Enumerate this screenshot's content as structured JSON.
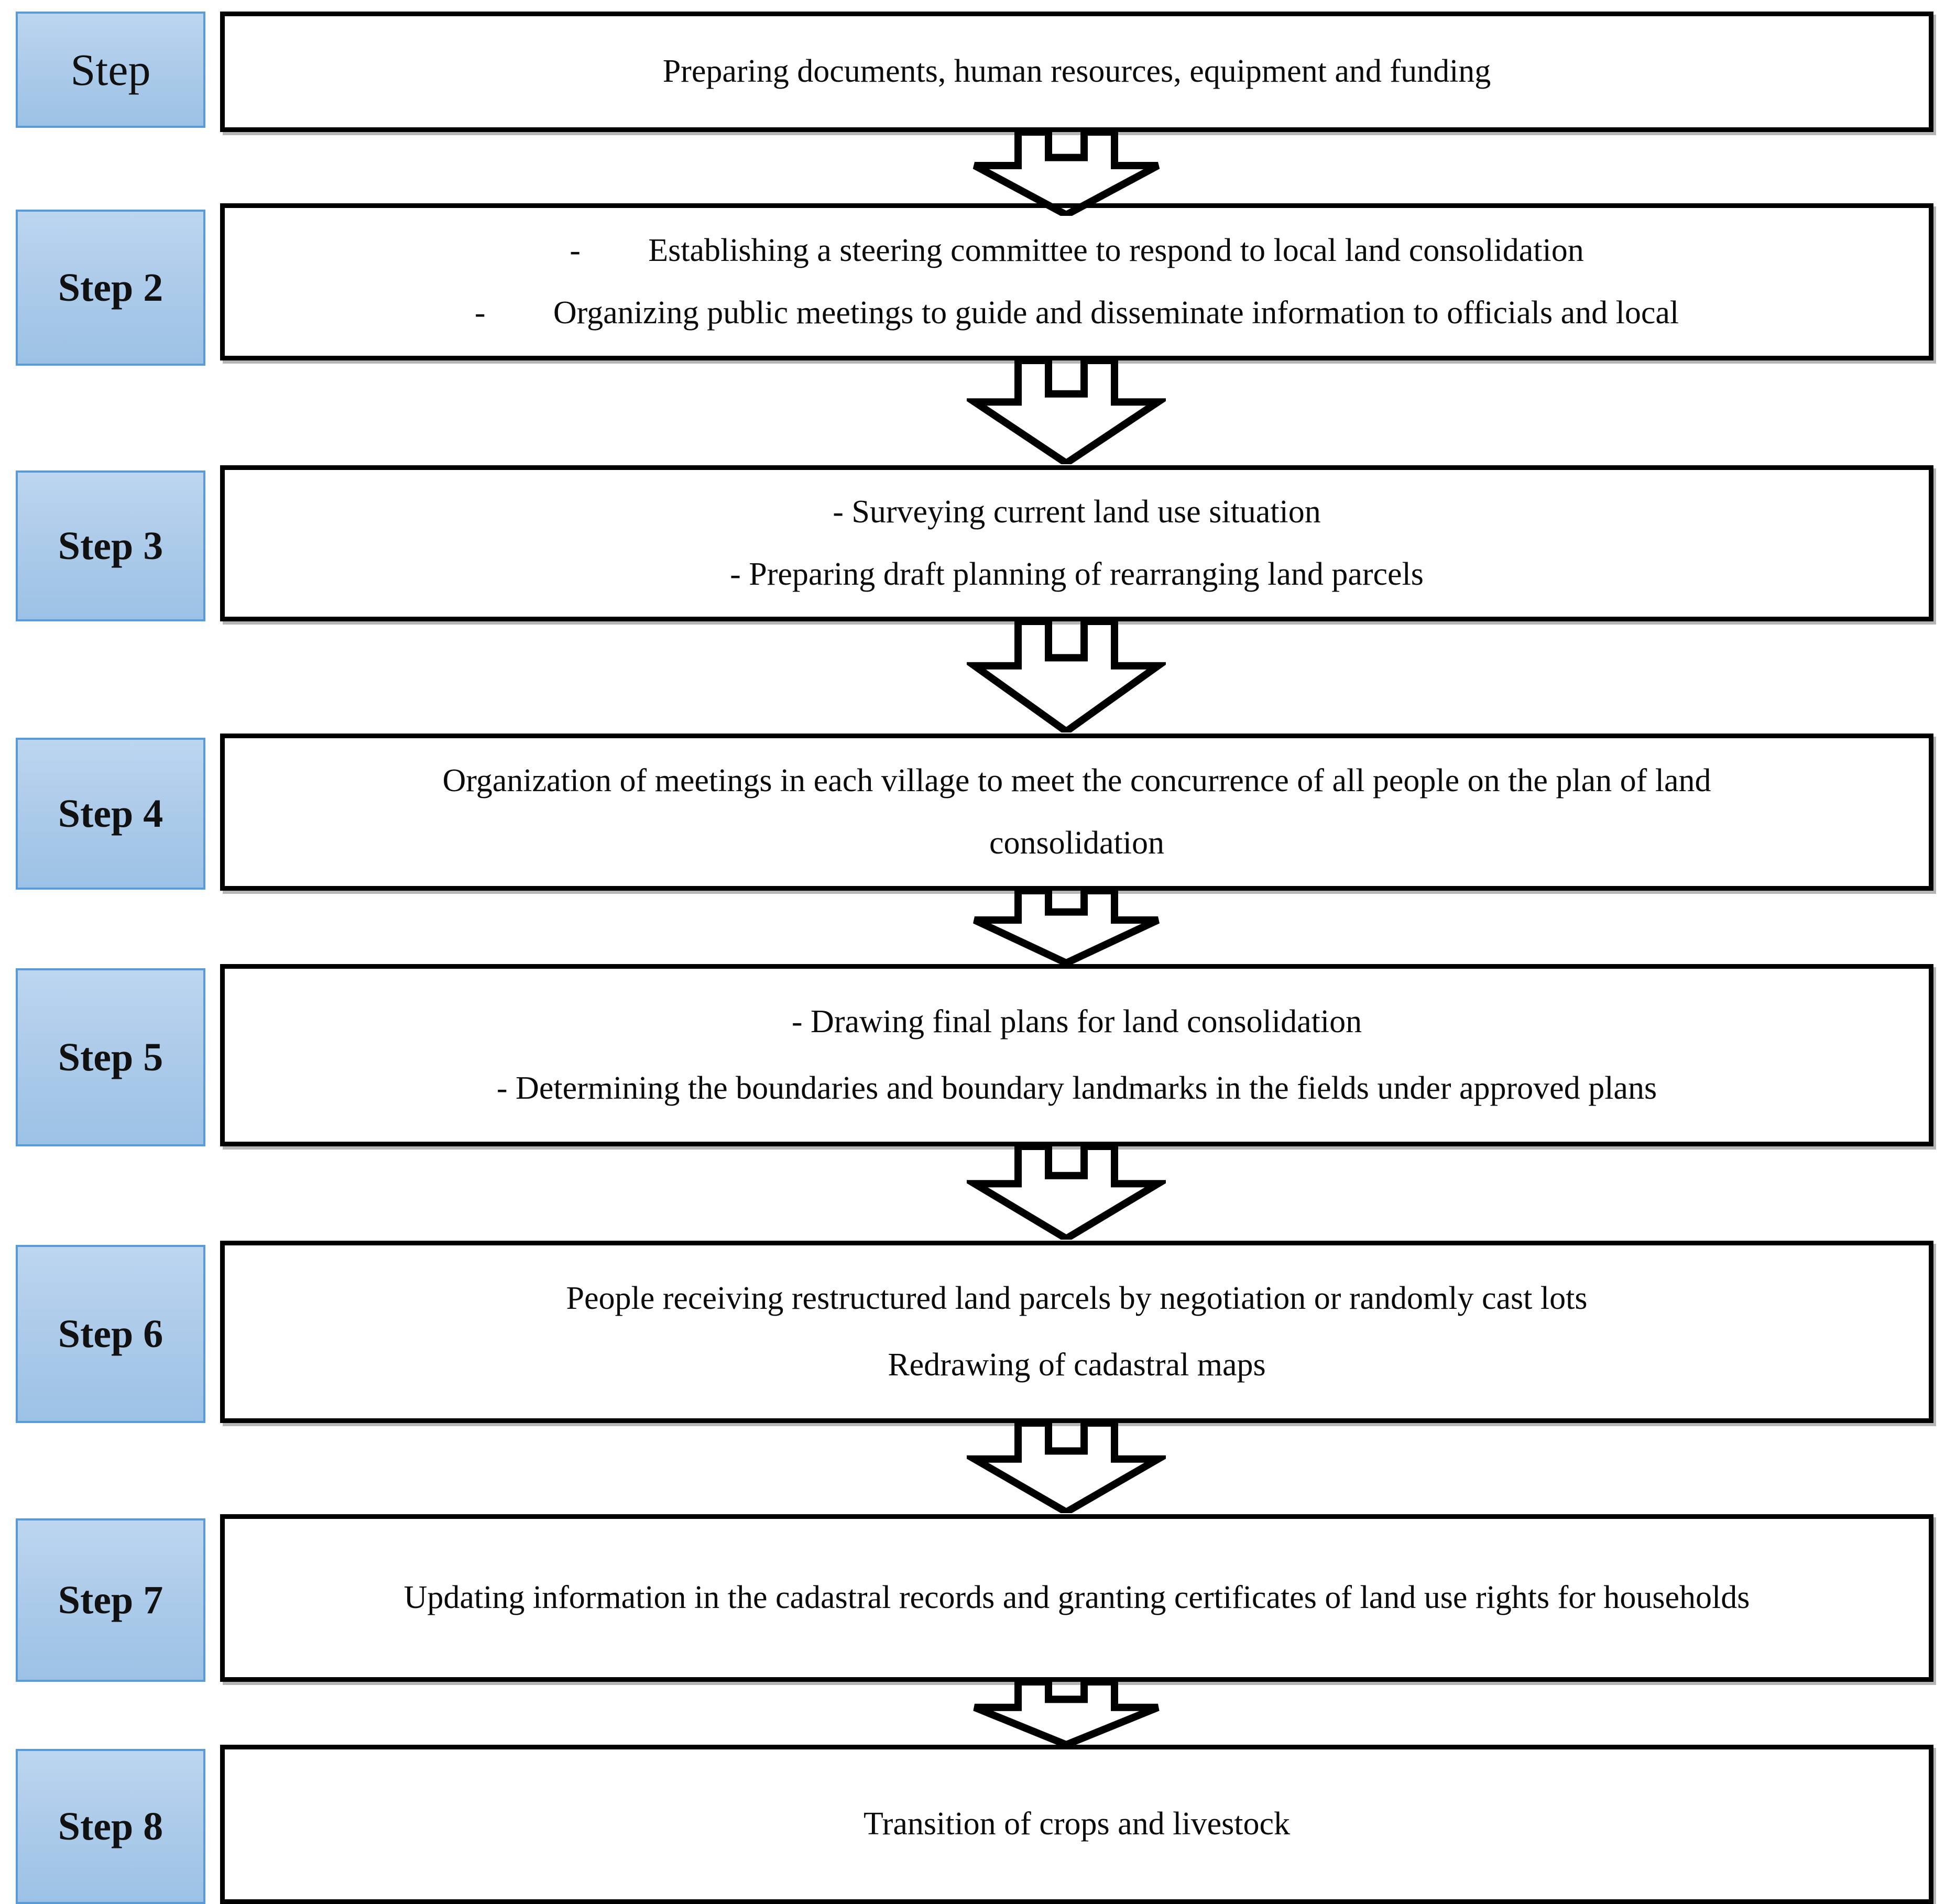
{
  "diagram": {
    "title": "Land consolidation procedure steps",
    "type": "vertical-flowchart",
    "colors": {
      "label_fill_top": "#bcd6ef",
      "label_fill_bottom": "#9cc2e5",
      "label_border": "#5b9bd5",
      "box_border": "#000000",
      "box_fill": "#ffffff",
      "text": "#0b0b0b"
    },
    "steps": [
      {
        "label": "Step",
        "label_bold": false,
        "lines": [
          {
            "dash": "",
            "text": "Preparing documents, human resources, equipment and funding"
          }
        ]
      },
      {
        "label": "Step 2",
        "label_bold": true,
        "lines": [
          {
            "dash": "-",
            "text": "Establishing a steering committee to respond to local land consolidation"
          },
          {
            "dash": "-",
            "text": "Organizing public meetings to guide and disseminate information to officials and local"
          }
        ]
      },
      {
        "label": "Step 3",
        "label_bold": true,
        "lines": [
          {
            "dash": "",
            "text": "- Surveying current land use situation"
          },
          {
            "dash": "",
            "text": "- Preparing draft planning of rearranging land parcels"
          }
        ]
      },
      {
        "label": "Step 4",
        "label_bold": true,
        "lines": [
          {
            "dash": "",
            "text": "Organization of meetings in each village to meet the concurrence of all people on the plan of land"
          },
          {
            "dash": "",
            "text": "consolidation"
          }
        ]
      },
      {
        "label": "Step 5",
        "label_bold": true,
        "lines": [
          {
            "dash": "",
            "text": "- Drawing final plans for land consolidation"
          },
          {
            "dash": "",
            "text": "- Determining the boundaries and boundary landmarks in the fields under approved plans"
          }
        ]
      },
      {
        "label": "Step 6",
        "label_bold": true,
        "lines": [
          {
            "dash": "",
            "text": "People receiving restructured land parcels by negotiation or randomly cast lots"
          },
          {
            "dash": "",
            "text": "Redrawing of cadastral maps"
          }
        ]
      },
      {
        "label": "Step 7",
        "label_bold": true,
        "lines": [
          {
            "dash": "",
            "text": "Updating information in the cadastral records and granting certificates of land use rights for households"
          }
        ]
      },
      {
        "label": "Step 8",
        "label_bold": true,
        "lines": [
          {
            "dash": "",
            "text": "Transition of crops and livestock"
          }
        ]
      }
    ],
    "connectors": [
      {
        "from": "Step",
        "to": "Step 2",
        "glyph": "down-arrow"
      },
      {
        "from": "Step 2",
        "to": "Step 3",
        "glyph": "down-arrow"
      },
      {
        "from": "Step 3",
        "to": "Step 4",
        "glyph": "down-arrow"
      },
      {
        "from": "Step 4",
        "to": "Step 5",
        "glyph": "down-arrow"
      },
      {
        "from": "Step 5",
        "to": "Step 6",
        "glyph": "down-arrow"
      },
      {
        "from": "Step 6",
        "to": "Step 7",
        "glyph": "down-arrow"
      },
      {
        "from": "Step 7",
        "to": "Step 8",
        "glyph": "down-arrow"
      }
    ]
  }
}
